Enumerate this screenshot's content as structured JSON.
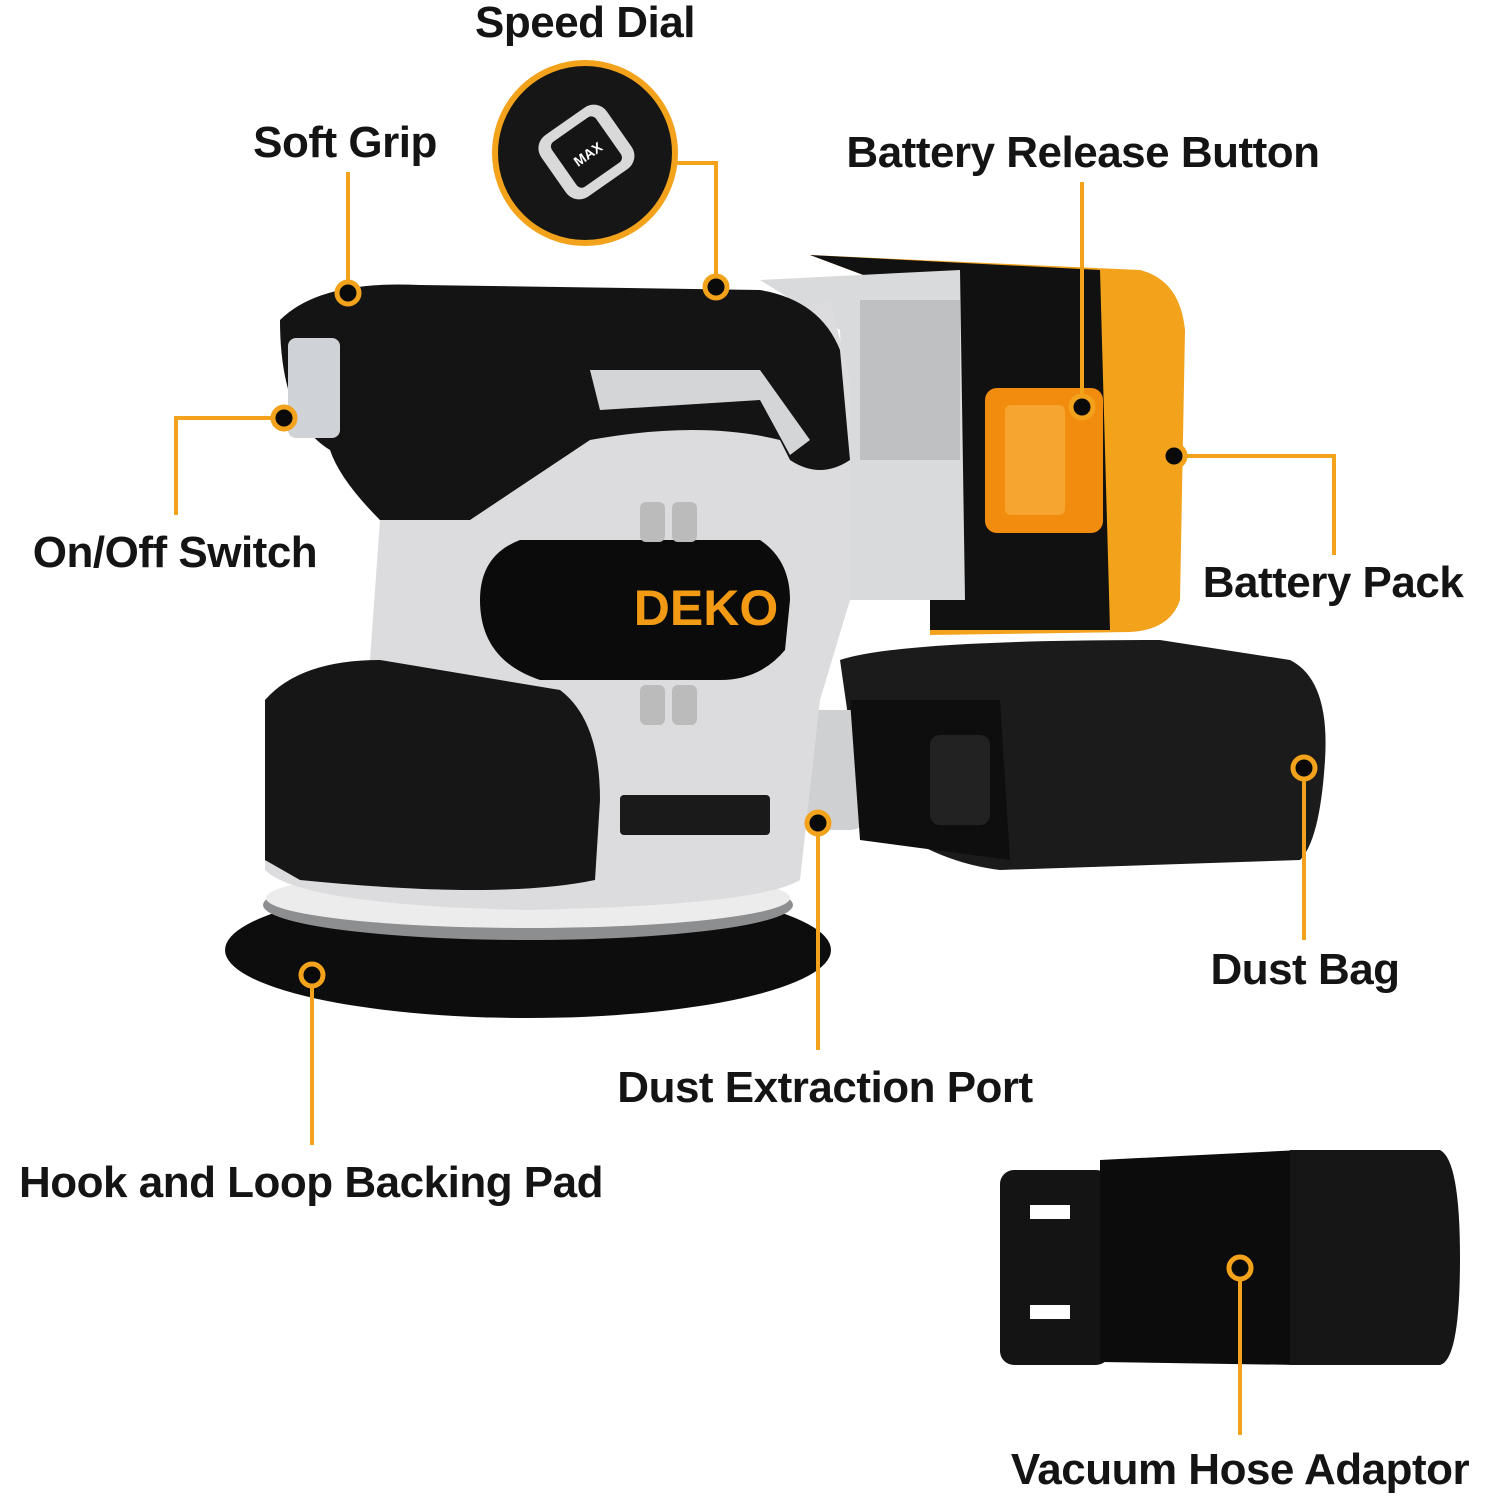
{
  "brand": "DEKO",
  "speed_dial_marking": "MAX",
  "accent_color": "#F2A21B",
  "labels": {
    "speed_dial": "Speed Dial",
    "soft_grip": "Soft Grip",
    "battery_release_button": "Battery Release Button",
    "on_off_switch": "On/Off Switch",
    "battery_pack": "Battery Pack",
    "dust_bag": "Dust Bag",
    "dust_extraction_port": "Dust Extraction Port",
    "hook_and_loop_backing_pad": "Hook and Loop Backing Pad",
    "vacuum_hose_adaptor": "Vacuum Hose Adaptor"
  }
}
